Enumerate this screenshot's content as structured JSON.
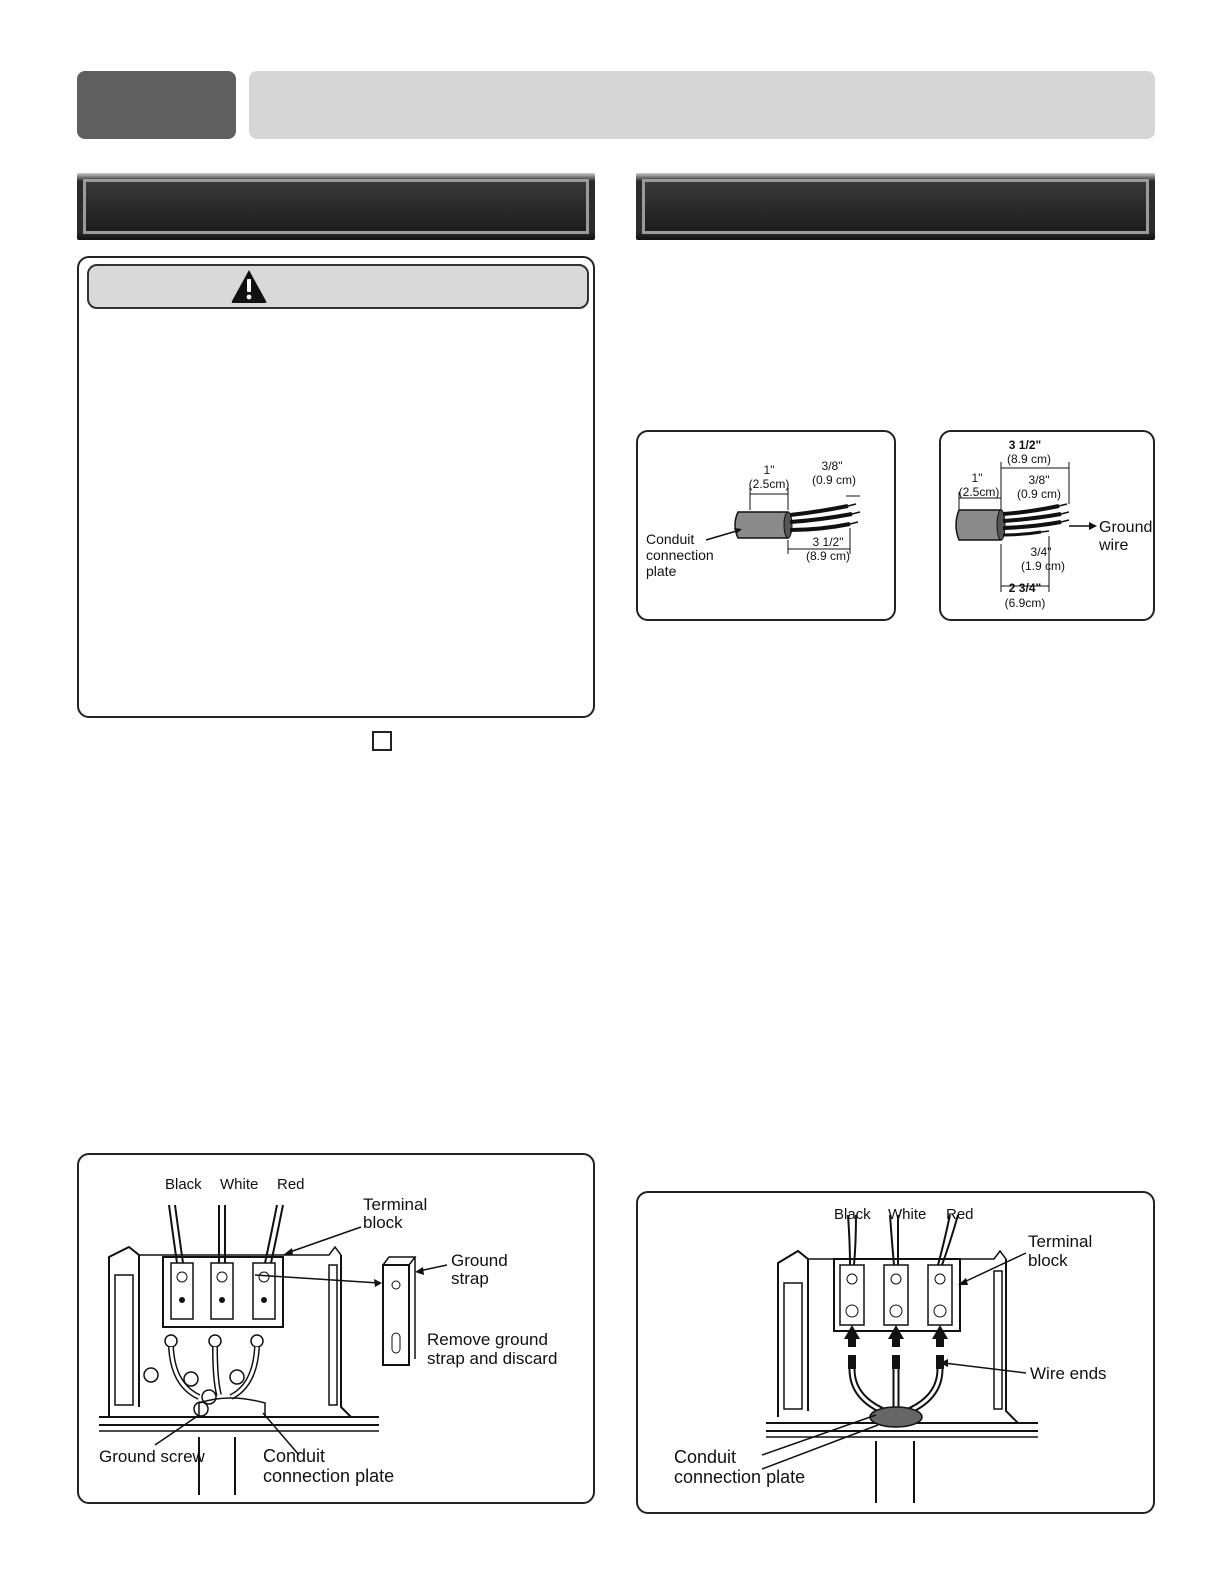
{
  "figures": {
    "wire_prep_3": {
      "dim_1": "1\"",
      "dim_1_cm": "(2.5cm)",
      "dim_38": "3/8\"",
      "dim_38_cm": "(0.9 cm)",
      "dim_312": "3 1/2\"",
      "dim_312_cm": "(8.9 cm)",
      "label_conduit_1": "Conduit",
      "label_conduit_2": "connection",
      "label_conduit_3": "plate"
    },
    "wire_prep_4": {
      "dim_312": "3 1/2\"",
      "dim_312_cm": "(8.9 cm)",
      "dim_1": "1\"",
      "dim_1_cm": "(2.5cm)",
      "dim_38": "3/8\"",
      "dim_38_cm": "(0.9 cm)",
      "dim_34": "3/4\"",
      "dim_34_cm": "(1.9 cm)",
      "dim_234": "2 3/4\"",
      "dim_234_cm": "(6.9cm)",
      "label_ground_1": "Ground",
      "label_ground_2": "wire"
    },
    "terminal_4wire": {
      "black": "Black",
      "white": "White",
      "red": "Red",
      "terminal_1": "Terminal",
      "terminal_2": "block",
      "strap_1": "Ground",
      "strap_2": "strap",
      "remove_1": "Remove ground",
      "remove_2": "strap and discard",
      "ground_screw": "Ground screw",
      "conduit_1": "Conduit",
      "conduit_2": "connection plate"
    },
    "terminal_3wire": {
      "black": "Black",
      "white": "White",
      "red": "Red",
      "terminal_1": "Terminal",
      "terminal_2": "block",
      "wire_ends": "Wire ends",
      "conduit_1": "Conduit",
      "conduit_2": "connection plate"
    }
  }
}
